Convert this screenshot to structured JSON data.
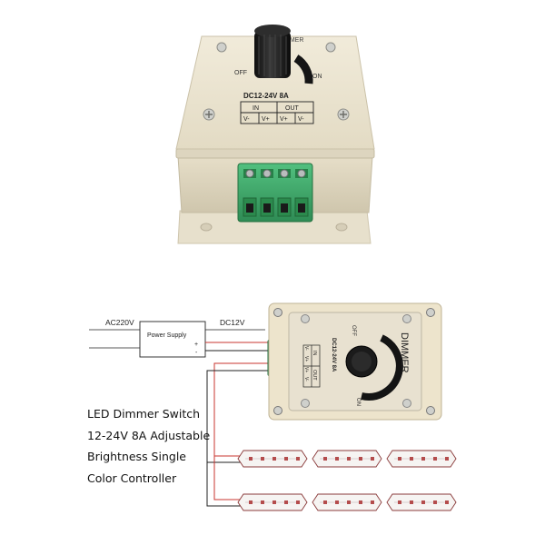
{
  "photo": {
    "rating": "DC12-24V 8A",
    "dial_off": "OFF",
    "dial_on": "ON",
    "brand_mark": "DIMMER",
    "terminal_in": "IN",
    "terminal_out": "OUT",
    "terminal_pins": [
      "V-",
      "V+",
      "V+",
      "V-"
    ]
  },
  "diagram": {
    "input_label": "AC220V",
    "psu_label": "Power Supply",
    "psu_plus": "+",
    "psu_minus": "-",
    "output_label": "DC12V",
    "device": {
      "title": "DIMMER",
      "rating": "DC12-24V 8A",
      "dial_off": "OFF",
      "dial_on": "ON",
      "terminal_in": "IN",
      "terminal_out": "OUT",
      "terminal_pins": [
        "V-",
        "V+",
        "V+",
        "V-"
      ]
    },
    "strip_count": 2
  },
  "description": {
    "lines": [
      "LED Dimmer Switch",
      "12-24V 8A Adjustable",
      "Brightness Single",
      "Color Controller"
    ]
  },
  "colors": {
    "housing": "#e9e2cf",
    "housing_shadow": "#d4cbb3",
    "terminal_green": "#3fa86a",
    "knob": "#1a1a1a",
    "wire_red": "#c8342f",
    "wire_black": "#222222"
  }
}
